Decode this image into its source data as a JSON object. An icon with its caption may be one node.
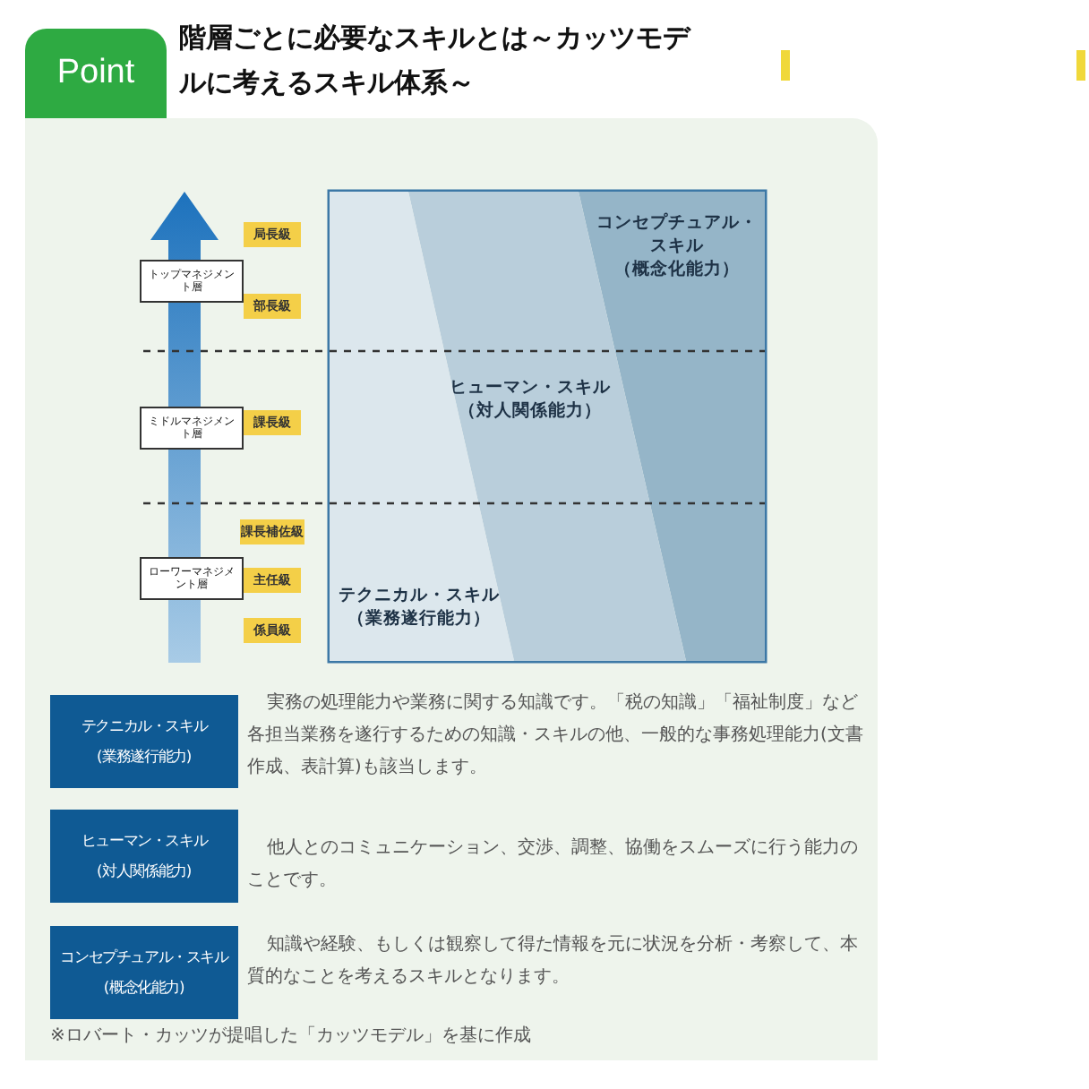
{
  "diagram": {
    "title": "階層ごとに必要なスキルとは～カッツモデルに考えるスキル体系～",
    "caption": "※ロバート・カッツが提唱した「カッツモデル」を基に作成",
    "nodes": [
      {
        "text": [
          "Point"
        ]
      },
      {
        "text": [
          "トップマネジメント層"
        ]
      },
      {
        "text": [
          "ミドルマネジメント層"
        ]
      },
      {
        "text": [
          "ローワーマネジメント層"
        ]
      },
      {
        "text": [
          "局長級"
        ]
      },
      {
        "text": [
          "部長級"
        ]
      },
      {
        "text": [
          "課長級"
        ]
      },
      {
        "text": [
          "課長補佐級"
        ]
      },
      {
        "text": [
          "主任級"
        ]
      },
      {
        "text": [
          "係員級"
        ]
      },
      {
        "text": [
          "コンセプチュアル・スキル",
          "（概念化能力）"
        ]
      },
      {
        "text": [
          "ヒューマン・スキル",
          "（対人関係能力）"
        ]
      },
      {
        "text": [
          "テクニカル・スキル",
          "（業務遂行能力）"
        ]
      },
      {
        "text": [
          "テクニカル・スキル",
          "(業務遂行能力)"
        ],
        "beside": [
          "実務の処理能力や業務に関する知識です。「税の知識」「福祉制度」など各担当業務を遂行するための知識・スキルの他、一般的な事務処理能力(文書作成、表計算)も該当します。"
        ]
      },
      {
        "text": [
          "ヒューマン・スキル",
          "(対人関係能力)"
        ],
        "beside": [
          "他人とのコミュニケーション、交渉、調整、協働をスムーズに行う能力のことです。"
        ]
      },
      {
        "text": [
          "コンセプチュアル・スキル",
          "(概念化能力)"
        ],
        "beside": [
          "知識や経験、もしくは観察して得た情報を元に状況を分析・考察して、本質的なことを考えるスキルとなります。"
        ]
      }
    ]
  }
}
